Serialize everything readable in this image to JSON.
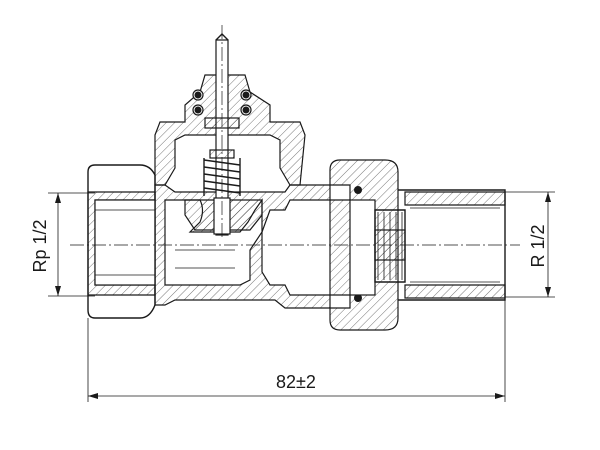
{
  "drawing": {
    "dimensions": {
      "left_thread": "Rp 1/2",
      "right_thread": "R 1/2",
      "overall_length": "82±2"
    },
    "line_color": "#1a1a1a",
    "background": "#ffffff"
  }
}
